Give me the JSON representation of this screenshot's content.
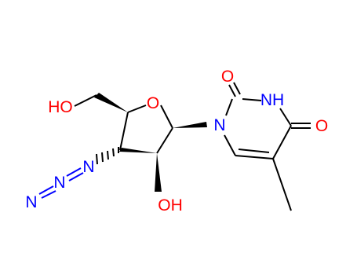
{
  "colors": {
    "carbon_bond": "#000000",
    "oxygen": "#ff0000",
    "nitrogen": "#0000ff",
    "background": "#ffffff"
  },
  "atoms": {
    "o_carbonyl_top": "O",
    "o_carbonyl_right": "O",
    "nh": "NH",
    "n_ring": "N",
    "o_ring": "O",
    "ho_top": "HO",
    "oh_bottom": "OH",
    "n_azide_1": "N",
    "n_azide_2": "N",
    "n_azide_3": "N"
  }
}
